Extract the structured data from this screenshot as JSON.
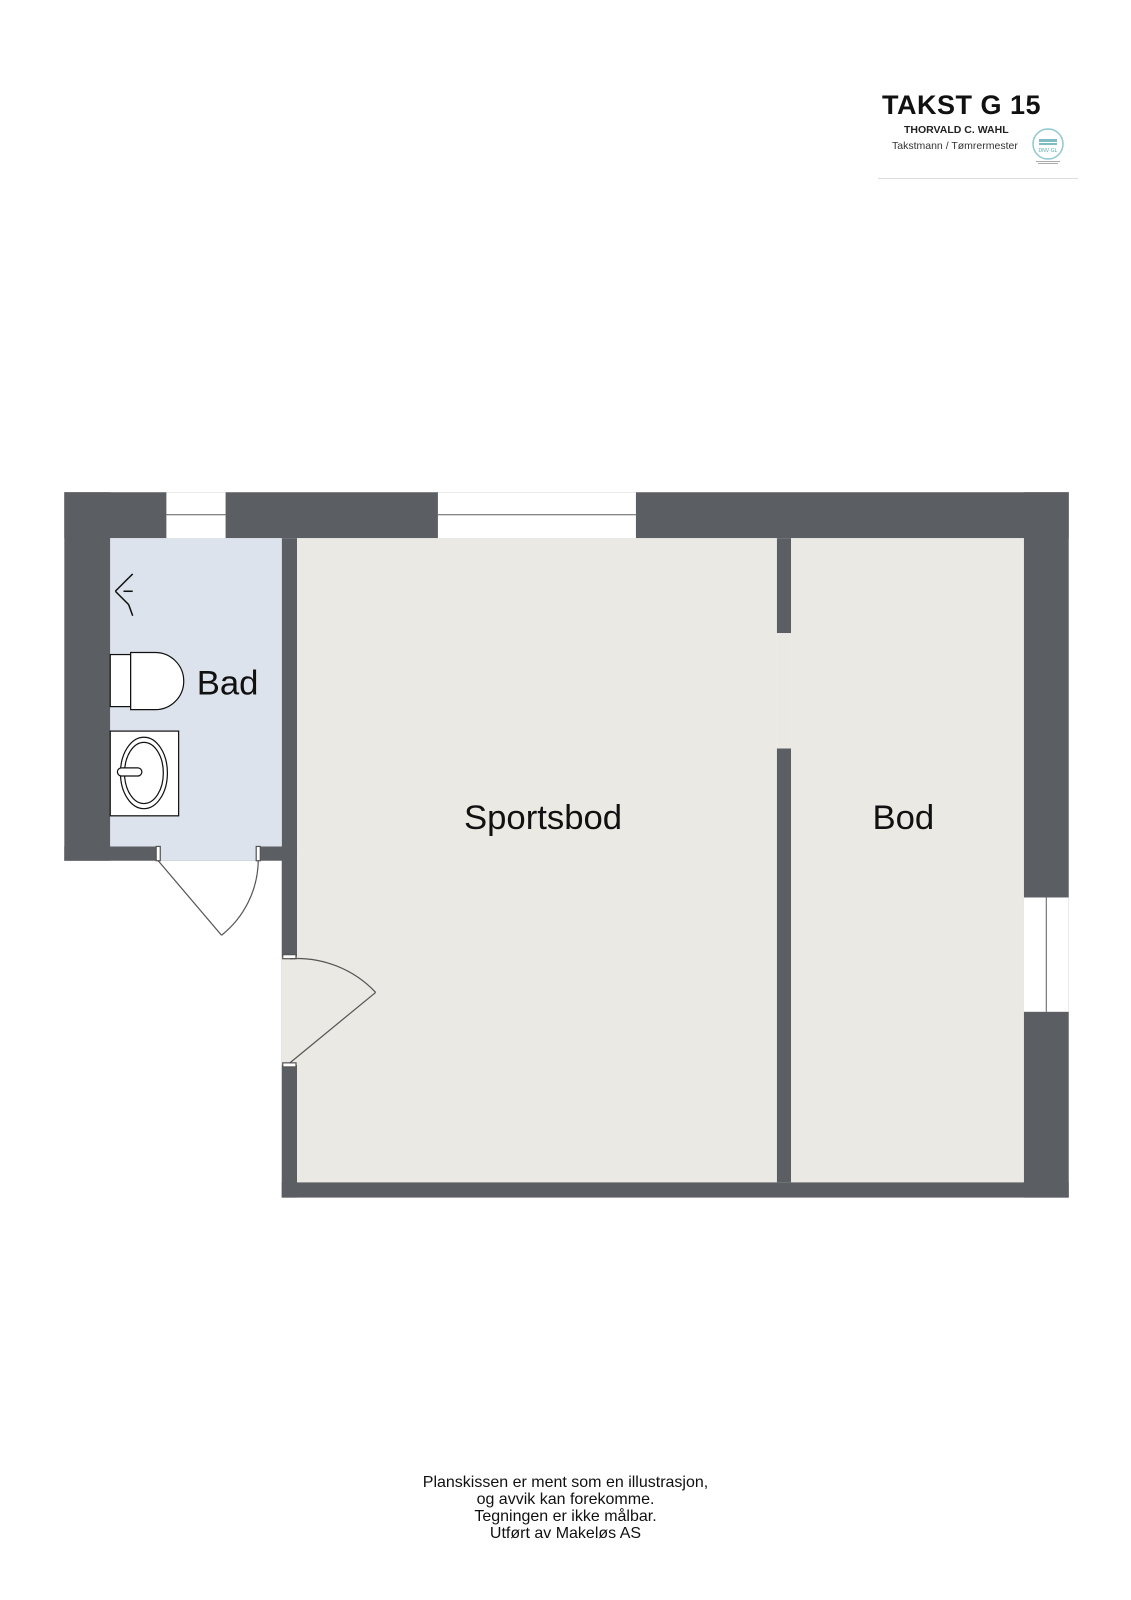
{
  "logo": {
    "title": "TAKST G 15",
    "name": "THORVALD C. WAHL",
    "role": "Takstmann / Tømrermester",
    "seal_text": "DNV·GL"
  },
  "rooms": {
    "bathroom": "Bad",
    "sports_storage": "Sportsbod",
    "storage": "Bod"
  },
  "colors": {
    "wall": "#5b5e62",
    "bathroom_floor": "#dde3ec",
    "room_floor": "#eae9e3"
  },
  "footer": {
    "line1": "Planskissen er ment som en illustrasjon,",
    "line2": "og avvik kan forekomme.",
    "line3": "Tegningen er ikke målbar.",
    "line4": "Utført av Makeløs AS"
  }
}
